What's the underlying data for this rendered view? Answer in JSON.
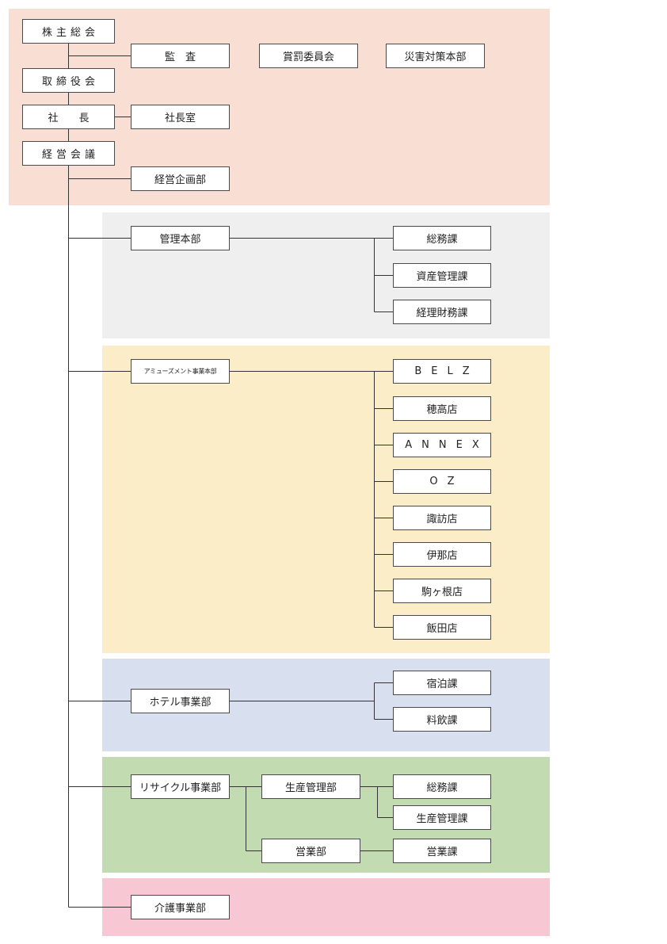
{
  "colors": {
    "governance": "#f9dfd3",
    "management": "#efefef",
    "amusement": "#fcedc9",
    "hotel": "#d8dfee",
    "recycle": "#c3dbb0",
    "care": "#f7c8d3"
  },
  "governance": {
    "shareholders_meeting": "株主総会",
    "audit": "監　査",
    "reward_committee": "賞罰委員会",
    "disaster_hq": "災害対策本部",
    "board": "取締役会",
    "president": "社　　長",
    "president_office": "社長室",
    "management_meeting": "経営会議",
    "corporate_planning": "経営企画部"
  },
  "management_hq": {
    "name": "管理本部",
    "sections": [
      "総務課",
      "資産管理課",
      "経理財務課"
    ]
  },
  "amusement_hq": {
    "name": "アミューズメント事業本部",
    "stores": [
      "BELZ",
      "穂高店",
      "ANNEX",
      "OZ",
      "諏訪店",
      "伊那店",
      "駒ヶ根店",
      "飯田店"
    ]
  },
  "hotel_division": {
    "name": "ホテル事業部",
    "sections": [
      "宿泊課",
      "料飲課"
    ]
  },
  "recycle_division": {
    "name": "リサイクル事業部",
    "production_dept": "生産管理部",
    "production_sections": [
      "総務課",
      "生産管理課"
    ],
    "sales_dept": "営業部",
    "sales_section": "営業課"
  },
  "care_division": {
    "name": "介護事業部"
  }
}
